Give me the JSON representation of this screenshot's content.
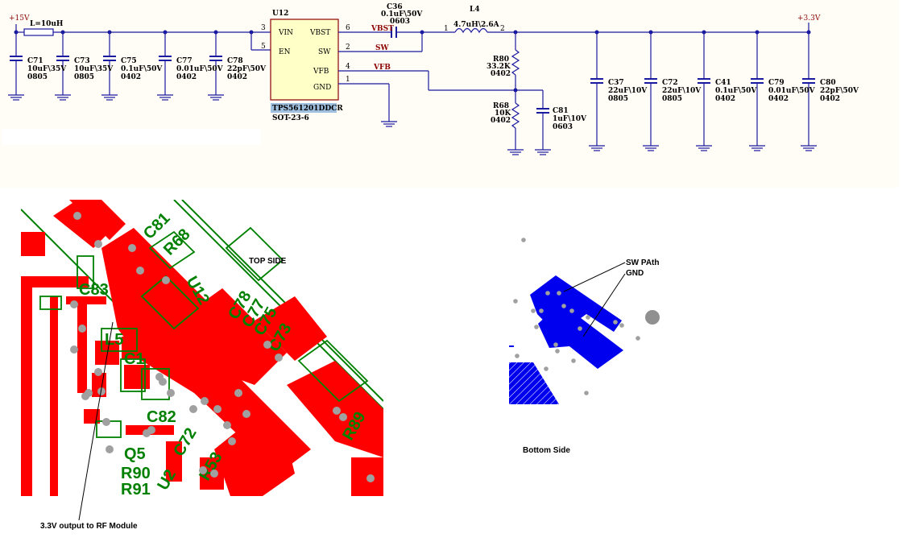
{
  "schematic": {
    "rails": {
      "input": "+15V",
      "output": "+3.3V"
    },
    "input_inductor": "L=10uH",
    "ic": {
      "ref": "U12",
      "part": "TPS561201DDCR",
      "package": "SOT-23-6",
      "pins": [
        {
          "name": "VIN",
          "num": "3"
        },
        {
          "name": "EN",
          "num": "5"
        },
        {
          "name": "VBST",
          "num": "6"
        },
        {
          "name": "SW",
          "num": "2"
        },
        {
          "name": "VFB",
          "num": "4"
        },
        {
          "name": "GND",
          "num": "1"
        }
      ]
    },
    "nets": [
      "VBST",
      "SW",
      "VFB"
    ],
    "boot_cap": {
      "ref": "C36",
      "value": "0.1uF\\50V",
      "pkg": "0603"
    },
    "inductor": {
      "ref": "L4",
      "value": "4.7uH\\2.6A",
      "pin1": "1",
      "pin2": "2"
    },
    "input_caps": [
      {
        "ref": "C71",
        "value": "10uF\\35V",
        "pkg": "0805"
      },
      {
        "ref": "C73",
        "value": "10uF\\35V",
        "pkg": "0805"
      },
      {
        "ref": "C75",
        "value": "0.1uF\\50V",
        "pkg": "0402"
      },
      {
        "ref": "C77",
        "value": "0.01uF\\50V",
        "pkg": "0402"
      },
      {
        "ref": "C78",
        "value": "22pF\\50V",
        "pkg": "0402"
      }
    ],
    "feedback": [
      {
        "ref": "R80",
        "value": "33.2K",
        "pkg": "0402"
      },
      {
        "ref": "R68",
        "value": "10K",
        "pkg": "0402"
      },
      {
        "ref": "C81",
        "value": "1uF\\10V",
        "pkg": "0603"
      }
    ],
    "output_caps": [
      {
        "ref": "C37",
        "value": "22uF\\10V",
        "pkg": "0805"
      },
      {
        "ref": "C72",
        "value": "22uF\\10V",
        "pkg": "0805"
      },
      {
        "ref": "C41",
        "value": "0.1uF\\50V",
        "pkg": "0402"
      },
      {
        "ref": "C79",
        "value": "0.01uF\\50V",
        "pkg": "0402"
      },
      {
        "ref": "C80",
        "value": "22pF\\50V",
        "pkg": "0402"
      }
    ]
  },
  "pcb_top": {
    "title": "TOP SIDE",
    "annotation": "3.3V output to RF Module",
    "refdes": [
      "C83",
      "C82",
      "C81",
      "R68",
      "U12",
      "C78",
      "C77",
      "C75",
      "C73",
      "Q5",
      "R90",
      "R91",
      "C72",
      "R53",
      "R89",
      "C1",
      "L5",
      "U2"
    ]
  },
  "pcb_bottom": {
    "title": "Bottom Side",
    "annotations": [
      "SW PAth",
      "GND"
    ]
  },
  "colors": {
    "schematic_line": "#1a1aa0",
    "net_label": "#8b0000",
    "copper_top": "#ff0000",
    "silk": "#008000",
    "via": "#a0a0a0",
    "copper_bottom": "#0000ee"
  }
}
